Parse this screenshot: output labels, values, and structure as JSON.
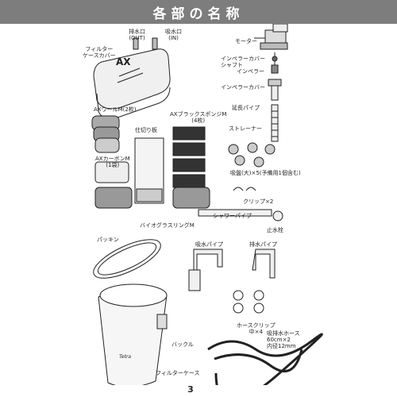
{
  "header": {
    "title": "各部の名称"
  },
  "page_number": "3",
  "labels": {
    "outlet": "排水口\n(OUT)",
    "inlet": "吸水口\n(IN)",
    "filter_case_cover": "フィルター\nケースカバー",
    "case_brand": "AX",
    "motor": "モーター",
    "impeller_cover_shaft": "インペラーカバー\nシャフト",
    "impeller": "インペラー",
    "impeller_cover": "インペラーカバー",
    "riser_pipe": "延長パイプ",
    "strainer": "ストレーナー",
    "suction_cup": "吸盤(大)×5(予備用1個含む)",
    "clip": "クリップ×2",
    "wool": "AXウールM(2枚)",
    "carbon": "AXカーボンM\n(1袋)",
    "divider": "仕切り板",
    "sponge": "AXブラックスポンジM\n(4枚)",
    "bio_rings": "バイオグラスリングM",
    "shower_pipe": "シャワーパイプ",
    "stopper": "止水栓",
    "packing": "パッキン",
    "intake_pipe": "吸水パイプ",
    "outlet_pipe": "排水パイプ",
    "hose_clip": "ホースクリップ\n中×4",
    "buckle": "バックル",
    "hose": "吸排水ホース\n60cm×2\n内径12mm",
    "filter_case": "フィルターケース",
    "case_logo": "Tetra"
  }
}
